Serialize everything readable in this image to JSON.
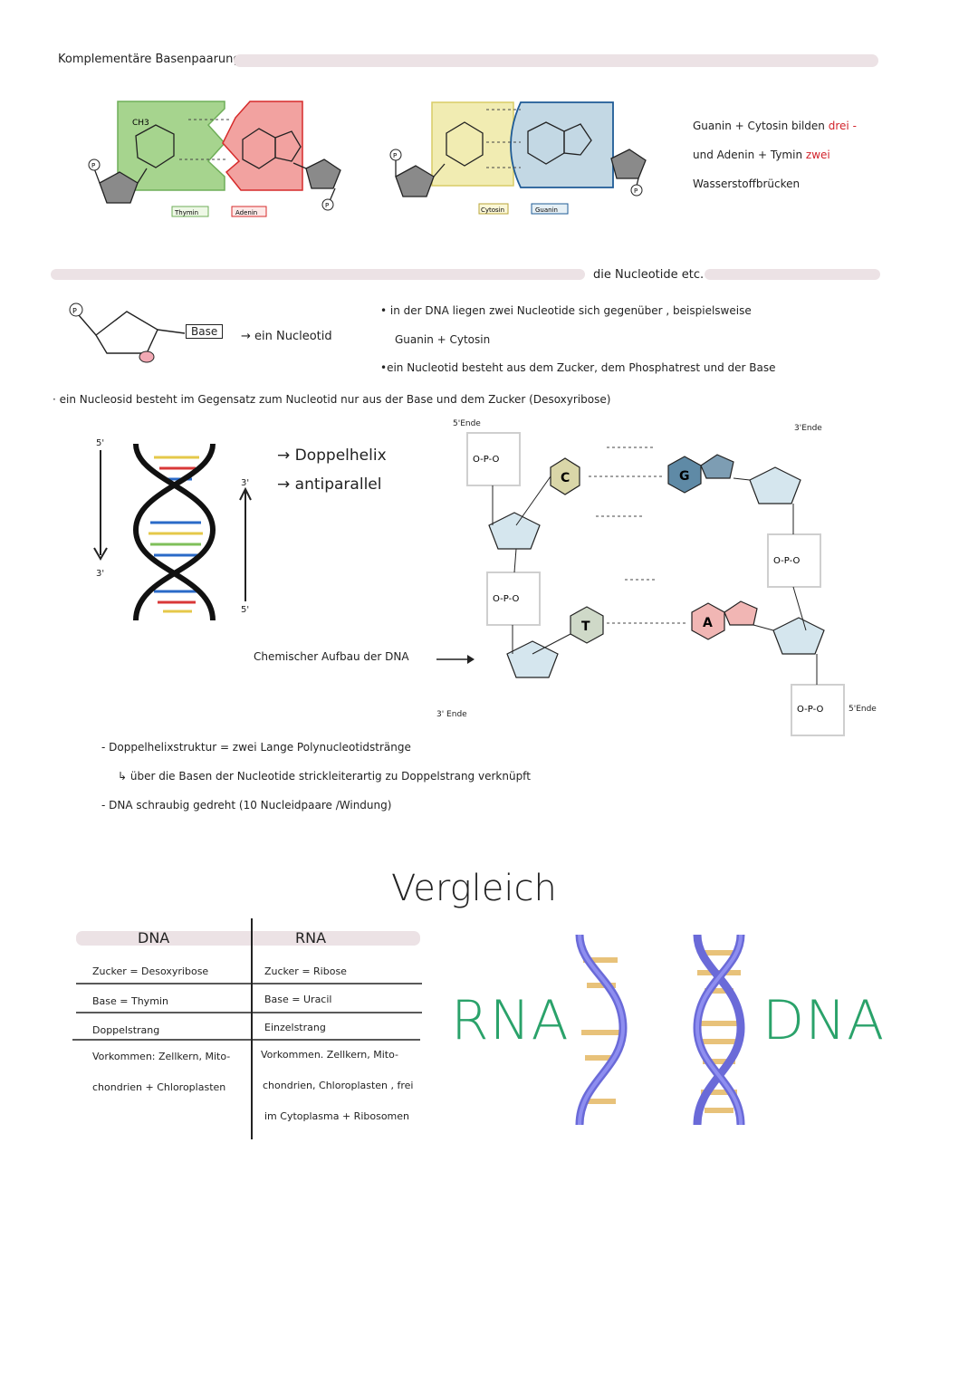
{
  "section1": {
    "heading": "Komplementäre Basenpaarung",
    "pair1": {
      "left_label": "Thymin",
      "right_label": "Adenin",
      "methyl": "CH3"
    },
    "pair2": {
      "left_label": "Cytosin",
      "right_label": "Guanin"
    },
    "note_lines": [
      "Guanin + Cytosin  bilden",
      "und  Adenin + Tymin",
      "Wasserstoffbrücken"
    ],
    "note_highlights": [
      "drei -",
      "zwei"
    ],
    "phosphate_symbol": "P"
  },
  "section2": {
    "heading": "die Nucleotide etc.",
    "base_box": "Base",
    "arrow_text": "→ ein Nucleotid",
    "bullet1": "• in der DNA liegen zwei Nucleotide sich gegenüber , beispielsweise",
    "bullet1b": "Guanin + Cytosin",
    "bullet2": "•ein Nucleotid besteht aus dem Zucker, dem Phosphatrest und der Base",
    "nucleosid": "· ein Nucleosid besteht im Gegensatz zum Nucleotid nur aus der Base und dem Zucker (Desoxyribose)"
  },
  "helix": {
    "label_5_left": "5'",
    "label_3_left": "3'",
    "label_3_right": "3'",
    "label_5_right": "5'",
    "item1": "→ Doppelhelix",
    "item2": "→ antiparallel",
    "chem_label": "Chemischer Aufbau der DNA",
    "end_5_top": "5'Ende",
    "end_3_top": "3'Ende",
    "end_3_bottom": "3' Ende",
    "end_5_bottom": "5'Ende",
    "bases": [
      "C",
      "G",
      "T",
      "A"
    ],
    "colors": {
      "C": "#d9d6a8",
      "G": "#5f8aa6",
      "T": "#cfd9c8",
      "A": "#f1b6b4",
      "sugar": "#d5e6ee"
    }
  },
  "notes": {
    "line1": "- Doppelhelixstruktur = zwei Lange  Polynucleotidstränge",
    "line2": "↳ über die Basen der Nucleotide strickleiterartig zu Doppelstrang verknüpft",
    "line3": "- DNA schraubig gedreht  (10 Nucleidpaare /Windung)"
  },
  "compare": {
    "title": "Vergleich",
    "col1": "DNA",
    "col2": "RNA",
    "rows": [
      [
        "Zucker = Desoxyribose",
        "Zucker = Ribose"
      ],
      [
        "Base = Thymin",
        "Base = Uracil"
      ],
      [
        "Doppelstrang",
        "Einzelstrang"
      ],
      [
        "Vorkommen: Zellkern, Mito-",
        "Vorkommen. Zellkern, Mito-"
      ],
      [
        "chondrien + Chloroplasten",
        "chondrien, Chloroplasten , frei"
      ],
      [
        "",
        "im Cytoplasma + Ribosomen"
      ]
    ],
    "big_left": "RNA",
    "big_right": "DNA",
    "accent": "#2aa26a"
  }
}
